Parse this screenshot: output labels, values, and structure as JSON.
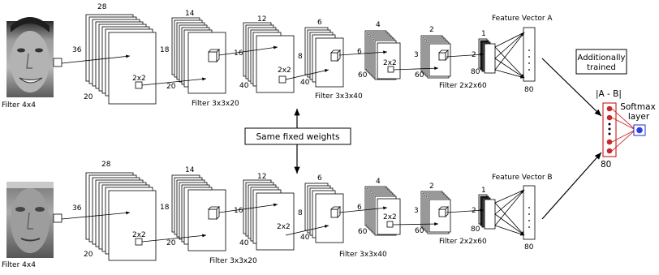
{
  "feature_vector_a": "Feature Vector A",
  "feature_vector_b": "Feature Vector B",
  "additionally_trained": [
    "Additionally",
    "trained"
  ],
  "same_fixed_weights": "Same fixed weights",
  "abs_diff": "|A - B|",
  "softmax": [
    "Softmax",
    "layer"
  ],
  "final_size": "80",
  "top": {
    "input_size": "36",
    "input_filter": "Filter 4x4",
    "l1_depth": "28",
    "l1_size": "20",
    "l1_pool": "2x2",
    "l2_depth": "14",
    "l2_in": "18",
    "l2_size": "20",
    "l2_filter": "Filter 3x3x20",
    "l3_depth": "12",
    "l3_in": "16",
    "l3_size": "40",
    "l3_pool": "2x2",
    "l4_depth": "6",
    "l4_in": "8",
    "l4_size": "40",
    "l4_filter": "Filter 3x3x40",
    "l5_depth": "4",
    "l5_in": "6",
    "l5_size": "60",
    "l5_pool": "2x2",
    "l6_depth": "2",
    "l6_in": "3",
    "l6_size": "60",
    "l6_filter": "Filter 2x2x60",
    "l7_depth": "1",
    "l7_in": "2",
    "l7_size": "80",
    "fv_size": "80"
  },
  "bottom": {
    "input_size": "36",
    "input_filter": "Filter 4x4",
    "l1_depth": "28",
    "l1_size": "20",
    "l1_pool": "2x2",
    "l2_depth": "14",
    "l2_in": "18",
    "l2_size": "20",
    "l2_filter": "Filter 3x3x20",
    "l3_depth": "12",
    "l3_in": "16",
    "l3_size": "40",
    "l3_pool": "2x2",
    "l4_depth": "6",
    "l4_in": "8",
    "l4_size": "40",
    "l4_filter": "Filter 3x3x40",
    "l5_depth": "4",
    "l5_in": "6",
    "l5_size": "60",
    "l5_pool": "2x2",
    "l6_depth": "2",
    "l6_in": "3",
    "l6_size": "60",
    "l6_filter": "Filter 2x2x60",
    "l7_depth": "1",
    "l7_in": "2",
    "l7_size": "80",
    "fv_size": "80"
  }
}
